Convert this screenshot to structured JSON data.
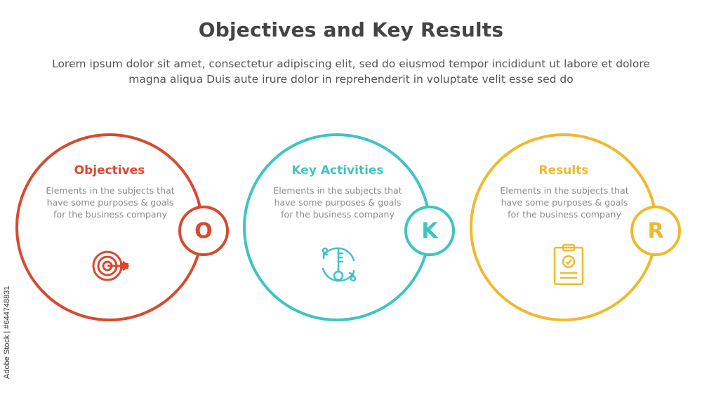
{
  "title": "Objectives and Key Results",
  "subtitle": "Lorem ipsum dolor sit amet, consectetur adipiscing elit, sed do eiusmod tempor incididunt ut labore et dolore magna aliqua Duis aute irure dolor in reprehenderit in voluptate velit esse sed do",
  "items": [
    {
      "title": "Objectives",
      "letter": "O",
      "description": "Elements in the subjects that have  some purposes & goals for the  business company",
      "color": "#d84a30",
      "icon": "target-icon"
    },
    {
      "title": "Key Activities",
      "letter": "K",
      "description": "Elements in the subjects that have  some purposes & goals for the  business company",
      "color": "#3fc4c4",
      "icon": "key-cycle-icon"
    },
    {
      "title": "Results",
      "letter": "R",
      "description": "Elements in the subjects that have  some purposes & goals for the  business company",
      "color": "#f0b92d",
      "icon": "clipboard-check-icon"
    }
  ],
  "watermark": "Adobe Stock | #644748831"
}
